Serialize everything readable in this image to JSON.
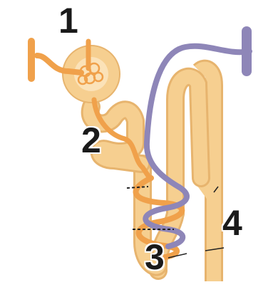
{
  "labels": {
    "n1": "1",
    "n2": "2",
    "n3": "3",
    "n4": "4"
  },
  "colors": {
    "background": "#ffffff",
    "tubule_light": "#f6cf90",
    "tubule_orange": "#f0a14b",
    "tubule_edge": "#e7b46e",
    "vessel": "#8e86b8",
    "vessel_dark": "#6f67a0",
    "label_text": "#1a1a1a",
    "marker": "#222222"
  }
}
